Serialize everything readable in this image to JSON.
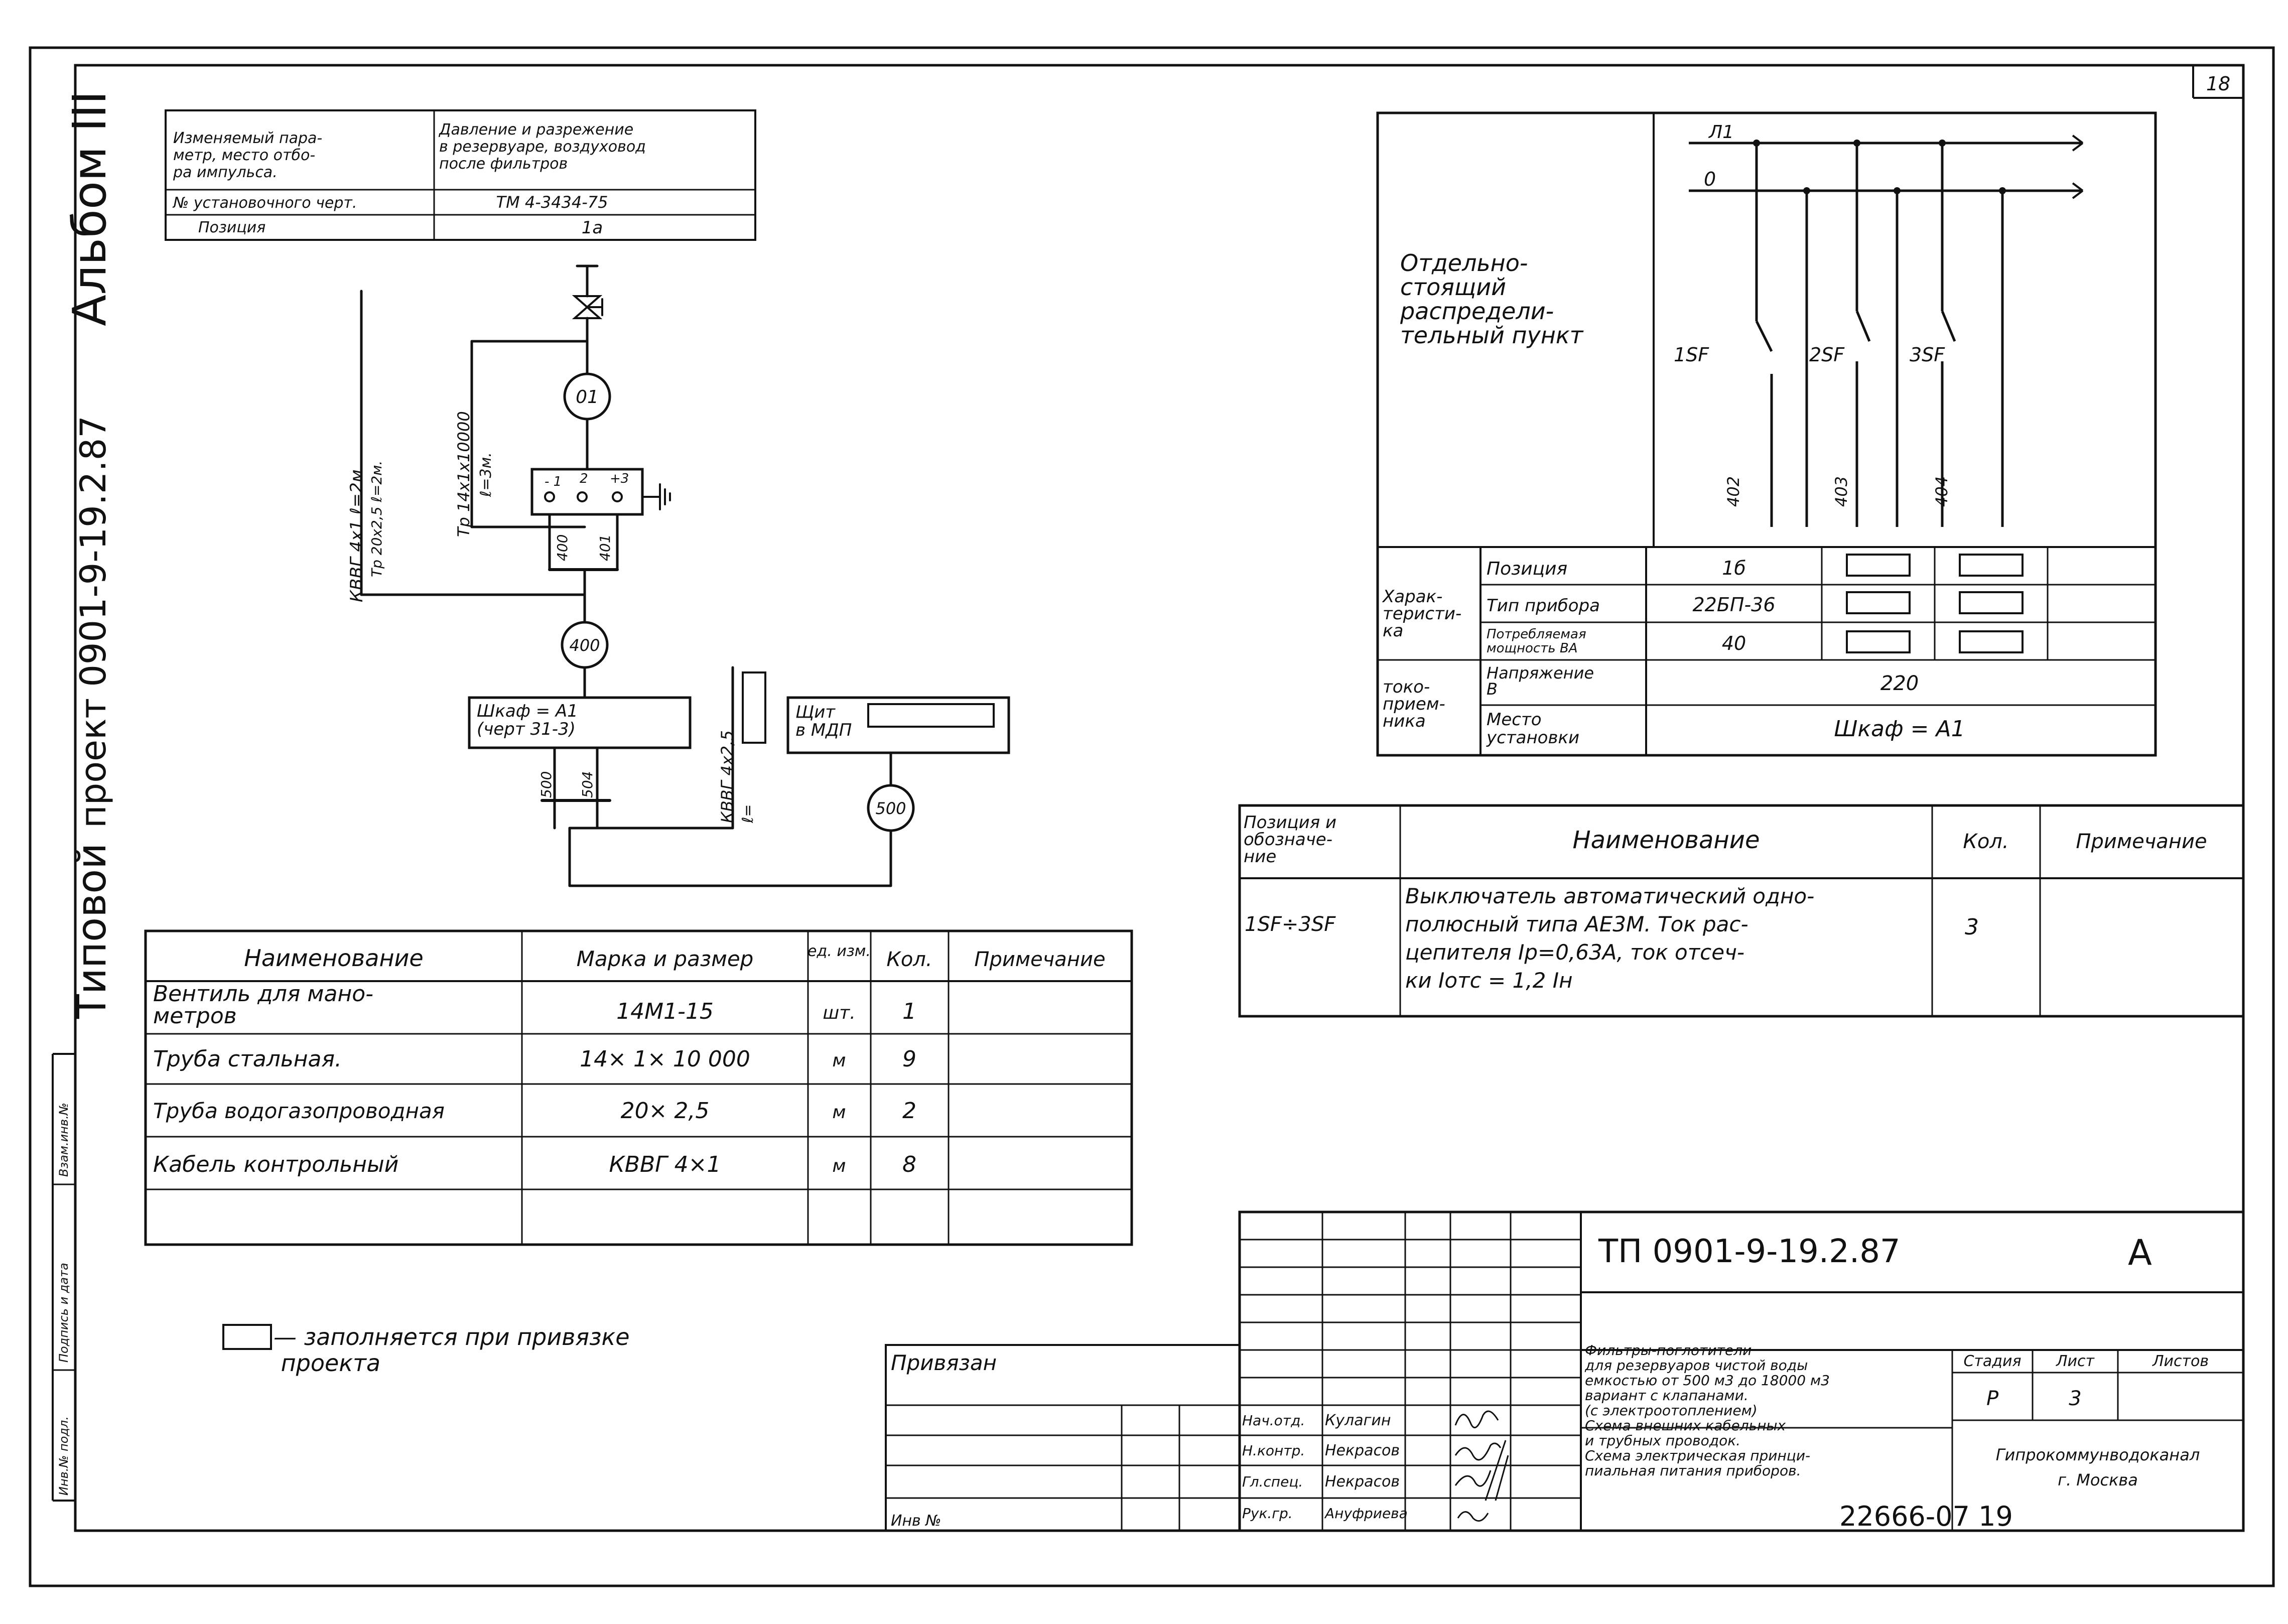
{
  "sheet_number": "18",
  "side_title": {
    "album": "Альбом III",
    "project": "проект 0901-9-19.2.87",
    "typical": "Типовой",
    "inv_labels": [
      "Инв.№ подл.",
      "Подпись и дата",
      "Взам.инв.№"
    ]
  },
  "param_table": {
    "rows": [
      {
        "label": "Изменяемый пара-\nметр, место отбо-\nра импульса.",
        "value": "Давление и разрежение\nв резервуаре, воздуховод\nпосле фильтров"
      },
      {
        "label": "№ установочного черт.",
        "value": "ТМ 4-3434-75"
      },
      {
        "label": "Позиция",
        "value": "1а"
      }
    ]
  },
  "scheme": {
    "cable_left": "КВВГ 4х1   ℓ=2м.",
    "pipe_left": "Тр 20х2,5   ℓ=2м.",
    "pipe_mid": "Тр 14х1х10000",
    "pipe_mid_len": "ℓ=3м.",
    "node_01": "01",
    "node_400": "400",
    "node_500": "500",
    "term_labels": [
      "- 1",
      "2",
      "+3"
    ],
    "wire_400": "400",
    "wire_401": "401",
    "cabinet": "Шкаф = А1\n(черт 31-3)",
    "wire_500": "500",
    "wire_504": "504",
    "cable_right": "КВВГ 4х2,5",
    "cable_right_len": "ℓ=",
    "panel": "Щит\nв МДП"
  },
  "left_spec": {
    "headers": [
      "Наименование",
      "Марка и размер",
      "ед. изм.",
      "Кол.",
      "Примечание"
    ],
    "rows": [
      [
        "Вентиль для мано-\nметров",
        "14М1-15",
        "шт.",
        "1",
        ""
      ],
      [
        "Труба стальная.",
        "14× 1× 10 000",
        "м",
        "9",
        ""
      ],
      [
        "Труба водогазопроводная",
        "20× 2,5",
        "м",
        "2",
        ""
      ],
      [
        "Кабель контрольный",
        "КВВГ 4×1",
        "м",
        "8",
        ""
      ],
      [
        "",
        "",
        "",
        "",
        ""
      ]
    ]
  },
  "legend": "— заполняется при привязке\n  проекта",
  "distrib": {
    "title": "Отдельно-\nстоящий\nраспредели-\nтельный пункт",
    "bus_l1": "Л1",
    "bus_0": "0",
    "breakers": [
      "1SF",
      "2SF",
      "3SF"
    ],
    "cables": [
      "402",
      "403",
      "404"
    ],
    "char_label": "Харак-\nтеристи-\nка",
    "consumer_label": "токо-\nприем-\nника",
    "rows": [
      {
        "name": "Позиция",
        "value": "1б"
      },
      {
        "name": "Тип прибора",
        "value": "22БП-36"
      },
      {
        "name": "Потребляемая\nмощность ВА",
        "value": "40"
      },
      {
        "name": "Напряжение\nВ",
        "value": "220"
      },
      {
        "name": "Место\nустановки",
        "value": "Шкаф = А1"
      }
    ]
  },
  "right_spec": {
    "headers": [
      "Позиция и\nобозначе-\nние",
      "Наименование",
      "Кол.",
      "Примечание"
    ],
    "row": {
      "pos": "1SF÷3SF",
      "name": "Выключатель автоматический одно-\nполюсный типа АЕ3М. Ток рас-\nцепителя Ip=0,63А, ток отсеч-\nки Iотс = 1,2 Iн",
      "qty": "3",
      "note": ""
    }
  },
  "stamp": {
    "doc_code": "ТП 0901-9-19.2.87",
    "letter": "А",
    "tied_label": "Привязан",
    "inv_label": "Инв №",
    "roles": [
      {
        "role": "Нач.отд.",
        "name": "Кулагин"
      },
      {
        "role": "Н.контр.",
        "name": "Некрасов"
      },
      {
        "role": "Гл.спец.",
        "name": "Некрасов"
      },
      {
        "role": "Рук.гр.",
        "name": "Ануфриева"
      }
    ],
    "description": "Фильтры-поглотители\nдля резервуаров чистой воды\nемкостью от 500 м3 до 18000 м3\nвариант с клапанами.\n(с электроотоплением)\nСхема внешних кабельных\nи трубных проводок.\nСхема электрическая принци-\nпиальная питания приборов.",
    "stage_header": "Стадия",
    "sheet_header": "Лист",
    "sheets_header": "Листов",
    "stage": "Р",
    "sheet": "3",
    "org": "Гипрокоммунводоканал\nг. Москва",
    "archive": "22666-07   19"
  }
}
